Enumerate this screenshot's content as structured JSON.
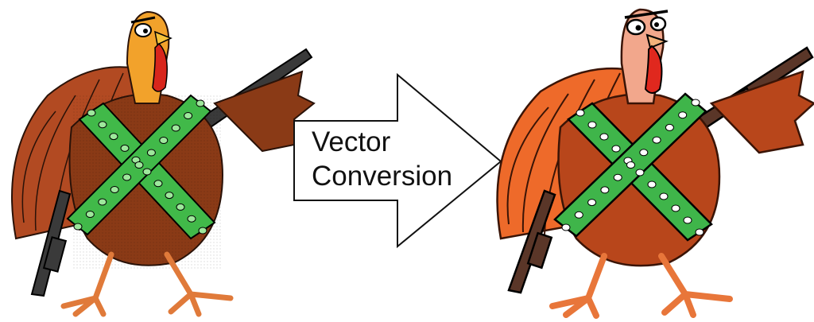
{
  "arrow": {
    "line1": "Vector",
    "line2": "Conversion"
  },
  "left_illustration": {
    "subject": "turkey-with-shotguns-icon",
    "style": "raster",
    "colors": {
      "body": "#8a3a16",
      "tail": "#b24a22",
      "head": "#f2a22b",
      "wattle": "#d8261c",
      "belt": "#41b949",
      "shell": "#9ee89c",
      "gun": "#3a3a3a",
      "legs": "#e07a3a"
    }
  },
  "right_illustration": {
    "subject": "turkey-with-shotguns-icon",
    "style": "vector",
    "colors": {
      "body": "#b8461b",
      "tail": "#ee6a2a",
      "head": "#f2a78c",
      "wattle": "#e0281e",
      "belt": "#3fb54a",
      "shell": "#ffffff",
      "gun": "#5a3628",
      "legs": "#e8763a"
    }
  }
}
